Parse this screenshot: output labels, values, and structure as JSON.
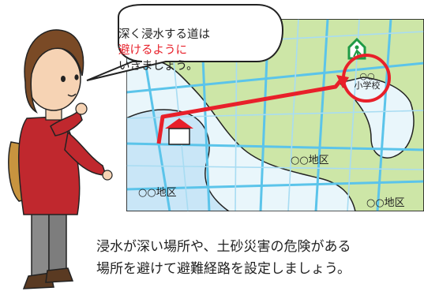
{
  "speech_bubble": {
    "line1": "深く浸水する道は",
    "line2": "避けるように",
    "line3": "いきましょう。"
  },
  "map": {
    "school_label_top": "○○",
    "school_label_bottom": "小学校",
    "district_center": "○○地区",
    "district_left": "○○地区",
    "district_right": "○○地区"
  },
  "caption": {
    "line1": "浸水が深い場所や、土砂災害の危険がある",
    "line2": "場所を避けて避難経路を設定しましょう。"
  },
  "colors": {
    "route": "#e8202a",
    "flood_blue": "#c9e6f7",
    "road": "#5bc4ea",
    "hill_green": "#cde6a7",
    "shelter_green": "#1f9a46",
    "character_coat": "#c0282e"
  },
  "icons": {
    "shelter": "evacuation-shelter-icon",
    "home": "house-icon"
  }
}
